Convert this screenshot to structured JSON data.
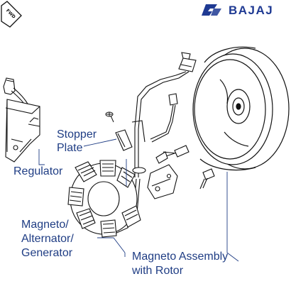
{
  "brand": {
    "name": "BAJAJ"
  },
  "badge": {
    "text": "FWD"
  },
  "labels": {
    "stopper_plate_line1": "Stopper",
    "stopper_plate_line2": "Plate",
    "regulator": "Regulator",
    "magneto_line1": "Magneto/",
    "magneto_line2": "Alternator/",
    "magneto_line3": "Generator",
    "assembly_line1": "Magneto Assembly",
    "assembly_line2": "with Rotor"
  },
  "colors": {
    "label_text": "#1f3d84",
    "brand_blue": "#1f3a93",
    "line_art": "#111111"
  }
}
